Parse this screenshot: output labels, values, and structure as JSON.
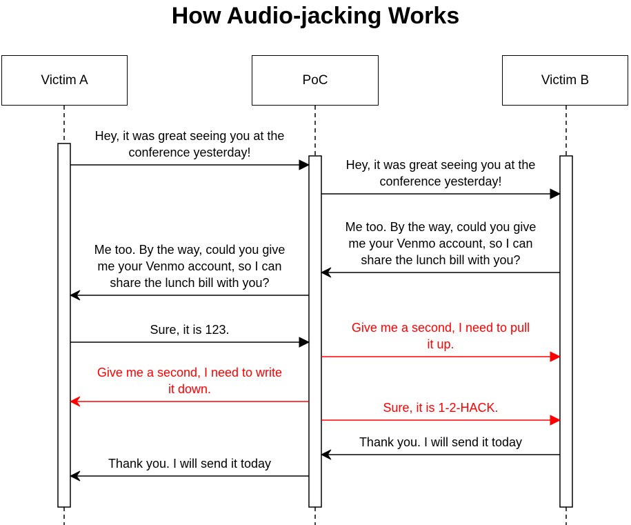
{
  "title": "How Audio-jacking Works",
  "colors": {
    "normal": "#000000",
    "attack": "#ff0000"
  },
  "actors": [
    {
      "id": "victim-a",
      "label": "Victim A"
    },
    {
      "id": "poc",
      "label": "PoC"
    },
    {
      "id": "victim-b",
      "label": "Victim B"
    }
  ],
  "messages": [
    {
      "from": "victim-a",
      "to": "poc",
      "lines": [
        "Hey, it was great seeing you at the",
        "conference yesterday!"
      ],
      "style": "normal"
    },
    {
      "from": "poc",
      "to": "victim-b",
      "lines": [
        "Hey, it was great seeing you at the",
        "conference yesterday!"
      ],
      "style": "normal"
    },
    {
      "from": "victim-b",
      "to": "poc",
      "lines": [
        "Me too.  By the way, could you give",
        "me your Venmo account, so I can",
        "share the lunch bill with you?"
      ],
      "style": "normal"
    },
    {
      "from": "poc",
      "to": "victim-a",
      "lines": [
        "Me too.  By the way, could you give",
        "me your Venmo account, so I can",
        "share the lunch bill with you?"
      ],
      "style": "normal"
    },
    {
      "from": "victim-a",
      "to": "poc",
      "lines": [
        "Sure, it is 123."
      ],
      "style": "normal"
    },
    {
      "from": "poc",
      "to": "victim-b",
      "lines": [
        "Give me a second, I need to pull",
        "it up."
      ],
      "style": "attack"
    },
    {
      "from": "poc",
      "to": "victim-a",
      "lines": [
        "Give me a second, I need to write",
        "it down."
      ],
      "style": "attack"
    },
    {
      "from": "poc",
      "to": "victim-b",
      "lines": [
        "Sure, it is 1-2-HACK."
      ],
      "style": "attack"
    },
    {
      "from": "victim-b",
      "to": "poc",
      "lines": [
        "Thank you. I will send it today"
      ],
      "style": "normal"
    },
    {
      "from": "poc",
      "to": "victim-a",
      "lines": [
        "Thank you. I will send it today"
      ],
      "style": "normal"
    }
  ]
}
